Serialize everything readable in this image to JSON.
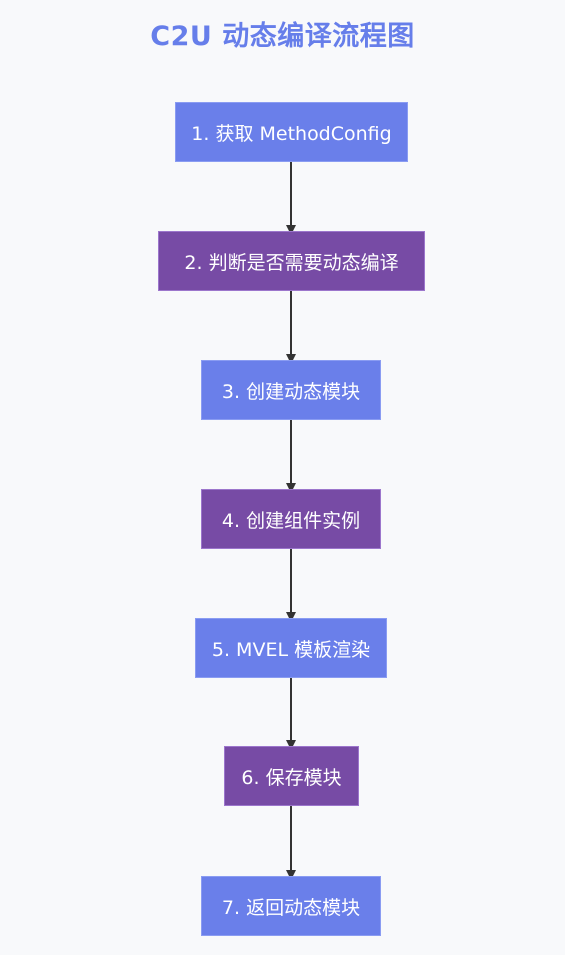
{
  "title": "C2U 动态编译流程图",
  "colors": {
    "title": "#667eea",
    "node_blue": "#6a7fea",
    "node_purple": "#774ba5",
    "arrow": "#333333",
    "background": "#f8f9fb"
  },
  "steps": [
    {
      "label": "1. 获取 MethodConfig",
      "style": "blue"
    },
    {
      "label": "2. 判断是否需要动态编译",
      "style": "purple"
    },
    {
      "label": "3. 创建动态模块",
      "style": "blue"
    },
    {
      "label": "4. 创建组件实例",
      "style": "purple"
    },
    {
      "label": "5. MVEL 模板渲染",
      "style": "blue"
    },
    {
      "label": "6. 保存模块",
      "style": "purple"
    },
    {
      "label": "7. 返回动态模块",
      "style": "blue"
    }
  ]
}
